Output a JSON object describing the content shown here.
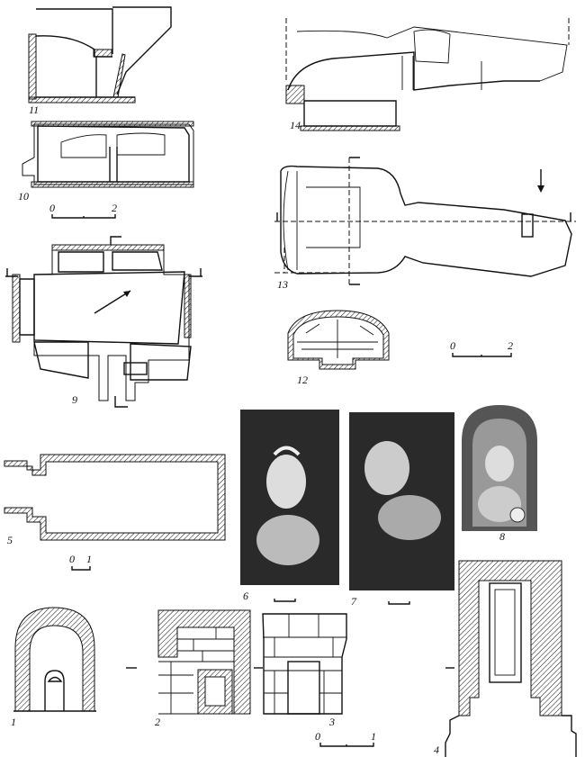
{
  "figures": {
    "f11": "11",
    "f14": "14",
    "f10": "10",
    "f13": "13",
    "f9": "9",
    "f12": "12",
    "f5": "5",
    "f6": "6",
    "f7": "7",
    "f8": "8",
    "f1": "1",
    "f2": "2",
    "f3": "3",
    "f4": "4"
  },
  "scales": {
    "s1": {
      "start": "0",
      "end": "2"
    },
    "s2": {
      "start": "0",
      "end": "2"
    },
    "s3": {
      "start": "0",
      "end": "1"
    },
    "s4": {
      "start": "0",
      "end": "1"
    }
  }
}
